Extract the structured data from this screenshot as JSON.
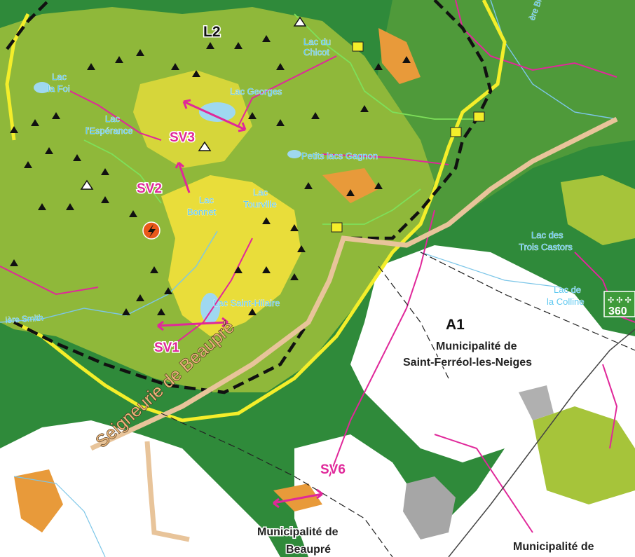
{
  "map": {
    "top_label": "L2",
    "area_label": "A1",
    "lakes": [
      "Lac du",
      "Chicot",
      "Lac",
      "la Foi",
      "Lac Georges",
      "Lac",
      "l'Espérance",
      "Petits lacs Gagnon",
      "Lac",
      "Bonnet",
      "Lac",
      "Tourville",
      "Lac des",
      "Trois Castors",
      "Lac de",
      "la Colline",
      "Lac Saint-Hilaire"
    ],
    "rivers": [
      "ière Smith",
      "ère Brûl"
    ],
    "zones": [
      "SV3",
      "SV2",
      "SV1",
      "SV6"
    ],
    "seigneurie": "Seigneurie de Beaupré",
    "municipalities": [
      "Municipalité de",
      "Saint-Ferréol-les-Neiges",
      "Municipalité de",
      "Beaupré",
      "Municipalité de"
    ],
    "route_badge": "360",
    "colors": {
      "forest_dark": "#2f8a3a",
      "forest_mid": "#5fa23a",
      "forest_light": "#a6c43a",
      "yellow_high": "#e9dd3a",
      "orange_peak": "#e89a3a",
      "lake": "#9fd8f0",
      "pink_trail": "#e0289a",
      "yellow_boundary": "#f4ee2a",
      "green_trail": "#7ee05a",
      "badge_green": "#3e9b3a"
    }
  }
}
